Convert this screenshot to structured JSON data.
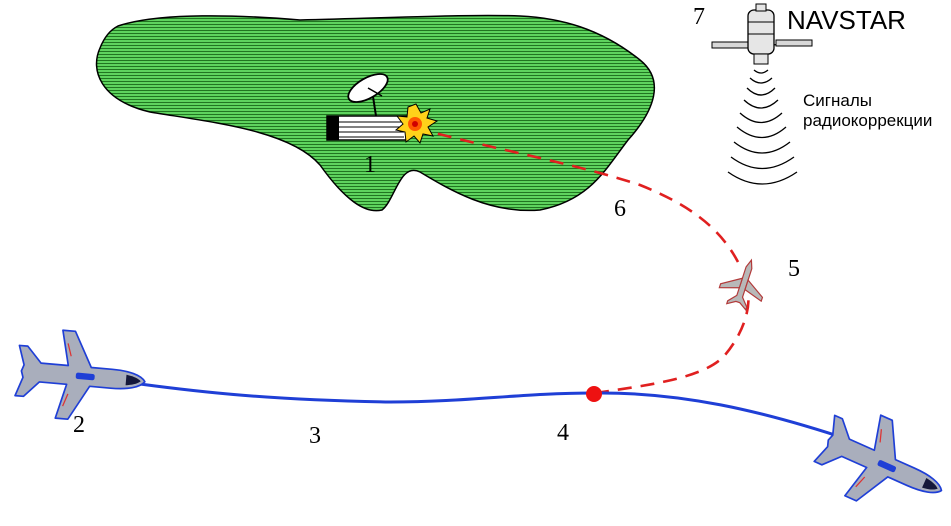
{
  "labels": {
    "target": "1",
    "aircraft_launch": "2",
    "carrier_flight_path": "3",
    "release_point": "4",
    "missile": "5",
    "missile_trajectory": "6",
    "satellite": "7"
  },
  "satellite_name": "NAVSTAR",
  "signal_caption": [
    "Сигналы",
    "радиокоррекции"
  ],
  "colors": {
    "terrain_fill": "#5ed35e",
    "terrain_hatch": "#1a6a1a",
    "carrier_path": "#1f3fd6",
    "missile_path": "#e02020",
    "release_point": "#ee1111",
    "aircraft_body": "#a9aebc",
    "aircraft_outline": "#1f3fd6",
    "missile_body": "#b8b8b8",
    "explosion_outer": "#ffd21a",
    "explosion_inner": "#ff5a00"
  },
  "icons": [
    "radar-dish-icon",
    "explosion-icon",
    "satellite-icon",
    "aircraft-icon",
    "missile-icon",
    "signal-waves-icon"
  ]
}
